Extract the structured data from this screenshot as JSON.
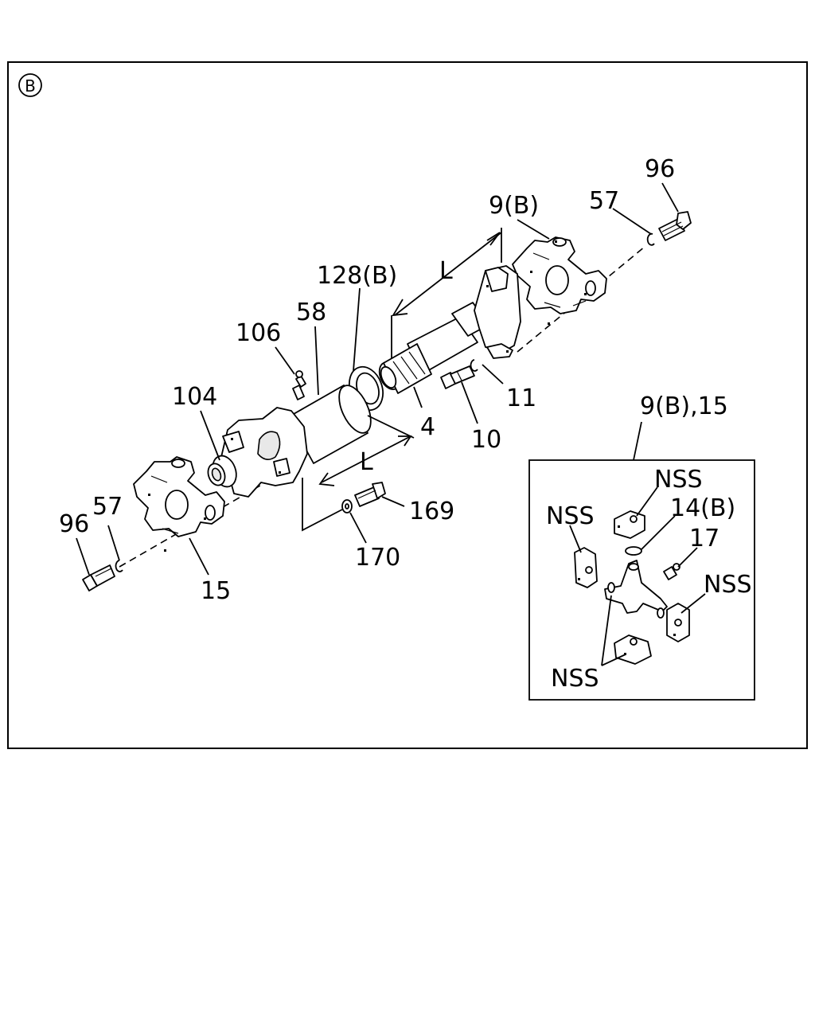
{
  "view_marker": "B",
  "callouts": {
    "c96_right": "96",
    "c57_right": "57",
    "c9b_top": "9(B)",
    "c128b": "128(B)",
    "c58": "58",
    "c106": "106",
    "c104": "104",
    "c4": "4",
    "c10": "10",
    "c11": "11",
    "c169": "169",
    "c170": "170",
    "c15": "15",
    "c96_left": "96",
    "c57_left": "57",
    "dim_l_upper": "L",
    "dim_l_lower": "L"
  },
  "inset": {
    "title": "9(B),15",
    "nss_top": "NSS",
    "nss_left": "NSS",
    "c14b": "14(B)",
    "c17": "17",
    "nss_right": "NSS",
    "nss_bottom": "NSS"
  }
}
